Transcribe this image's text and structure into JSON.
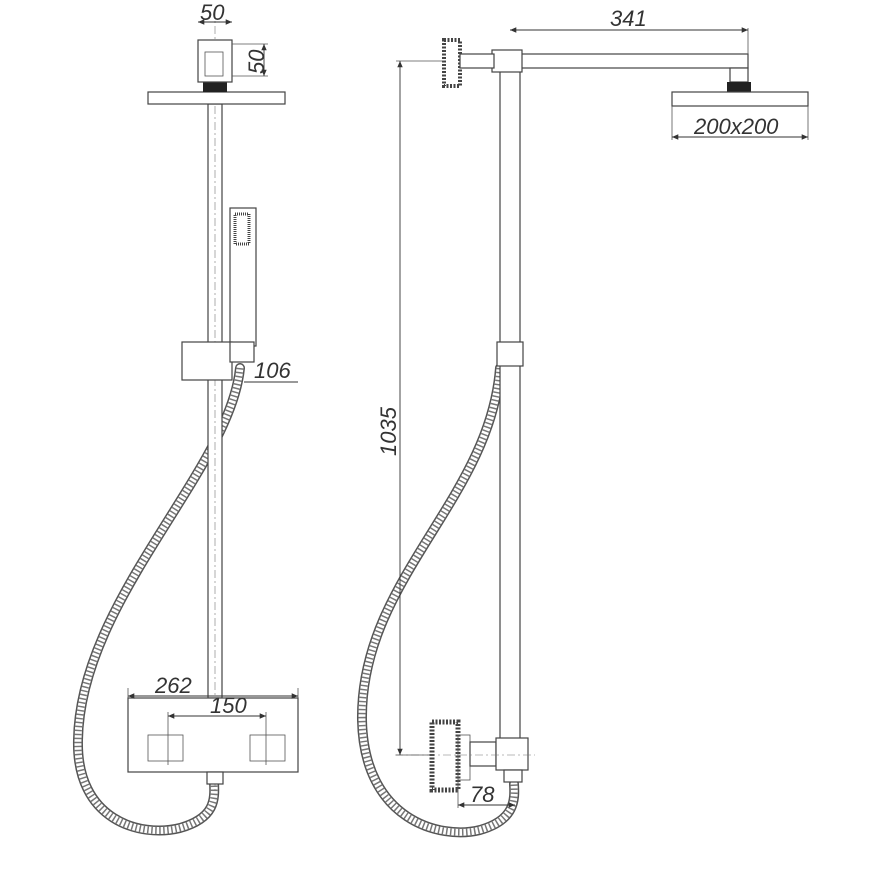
{
  "drawing": {
    "title": "Shower system technical drawing",
    "front_view": {
      "connector_width": "50",
      "connector_height": "50",
      "holder_offset": "106",
      "thermostat_width": "262",
      "inlet_spacing": "150"
    },
    "side_view": {
      "arm_length": "341",
      "height": "1035",
      "head_size": "200x200",
      "wall_offset": "78"
    }
  }
}
